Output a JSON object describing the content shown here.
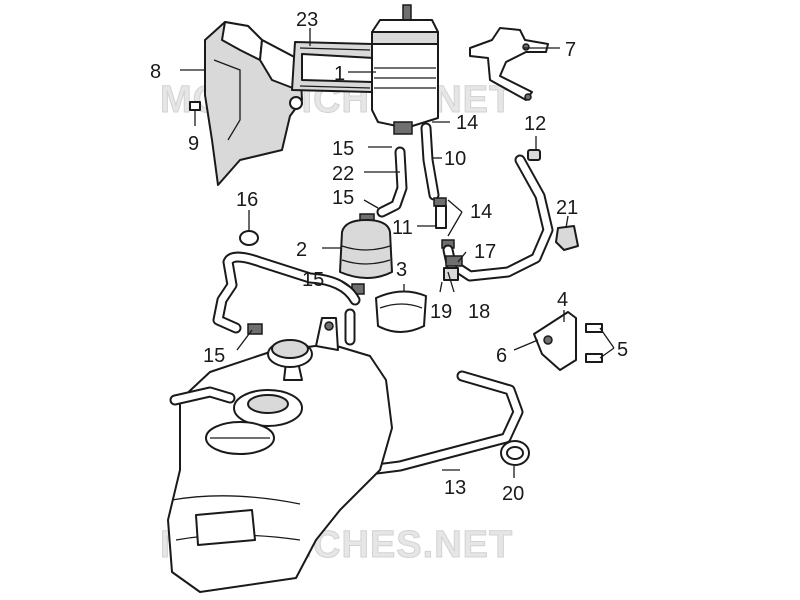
{
  "watermark": {
    "text": "MOTOFICHES.NET"
  },
  "callouts": [
    {
      "id": "1",
      "label": "1"
    },
    {
      "id": "2",
      "label": "2"
    },
    {
      "id": "3",
      "label": "3"
    },
    {
      "id": "4",
      "label": "4"
    },
    {
      "id": "5",
      "label": "5"
    },
    {
      "id": "6",
      "label": "6"
    },
    {
      "id": "7",
      "label": "7"
    },
    {
      "id": "8",
      "label": "8"
    },
    {
      "id": "9",
      "label": "9"
    },
    {
      "id": "10",
      "label": "10"
    },
    {
      "id": "11",
      "label": "11"
    },
    {
      "id": "12",
      "label": "12"
    },
    {
      "id": "13",
      "label": "13"
    },
    {
      "id": "14a",
      "label": "14"
    },
    {
      "id": "14b",
      "label": "14"
    },
    {
      "id": "15a",
      "label": "15"
    },
    {
      "id": "15b",
      "label": "15"
    },
    {
      "id": "15c",
      "label": "15"
    },
    {
      "id": "15d",
      "label": "15"
    },
    {
      "id": "16",
      "label": "16"
    },
    {
      "id": "17",
      "label": "17"
    },
    {
      "id": "18",
      "label": "18"
    },
    {
      "id": "19",
      "label": "19"
    },
    {
      "id": "20",
      "label": "20"
    },
    {
      "id": "21",
      "label": "21"
    },
    {
      "id": "22",
      "label": "22"
    },
    {
      "id": "23",
      "label": "23"
    }
  ]
}
